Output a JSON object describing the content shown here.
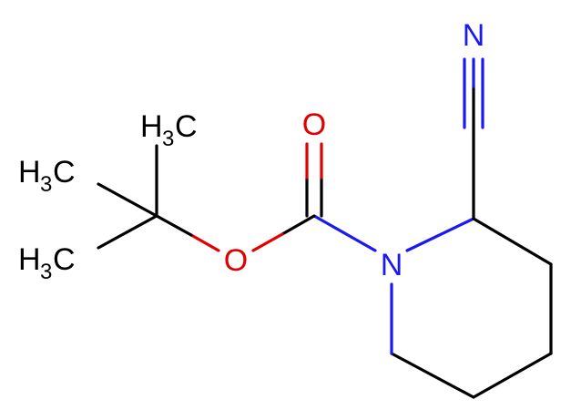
{
  "molecule": {
    "atoms": {
      "carbonyl_oxygen": "O",
      "ester_oxygen": "O",
      "ring_nitrogen": "N",
      "nitrile_nitrogen": "N",
      "methyl_top": {
        "element": "H",
        "count": "3",
        "carbon": "C"
      },
      "methyl_left_upper": {
        "element": "H",
        "count": "3",
        "carbon": "C"
      },
      "methyl_left_lower": {
        "element": "H",
        "count": "3",
        "carbon": "C"
      }
    }
  },
  "colors": {
    "bond": "#000000",
    "oxygen": "#e00000",
    "nitrogen": "#1a1aee",
    "background": "#ffffff"
  }
}
